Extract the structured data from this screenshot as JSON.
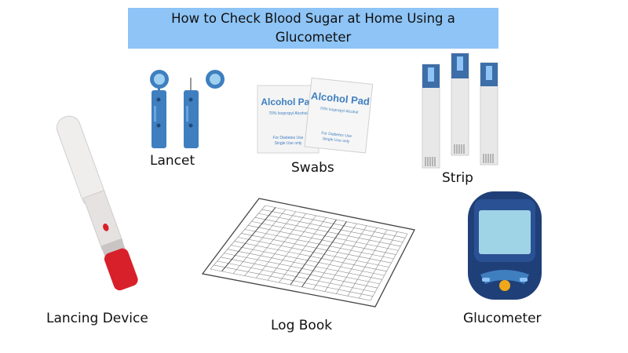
{
  "title": "How to Check Blood Sugar at Home Using a Glucometer",
  "items": {
    "lancet": "Lancet",
    "swabs": "Swabs",
    "strip": "Strip",
    "lancing_device": "Lancing Device",
    "log_book": "Log Book",
    "glucometer": "Glucometer"
  },
  "swab_pad": {
    "heading": "Alcohol Pad",
    "subtext": "70% Isopropyl Alcohol",
    "footer_line1": "For Diabetes Use",
    "footer_line2": "Single Use only"
  },
  "colors": {
    "title_bg": "#8ec4f6",
    "lancet_blue": "#3f7fc0",
    "strip_blue": "#3d6ea8",
    "device_red": "#d8202a",
    "meter_navy": "#1f3f78",
    "meter_screen": "#9fd3e6"
  }
}
